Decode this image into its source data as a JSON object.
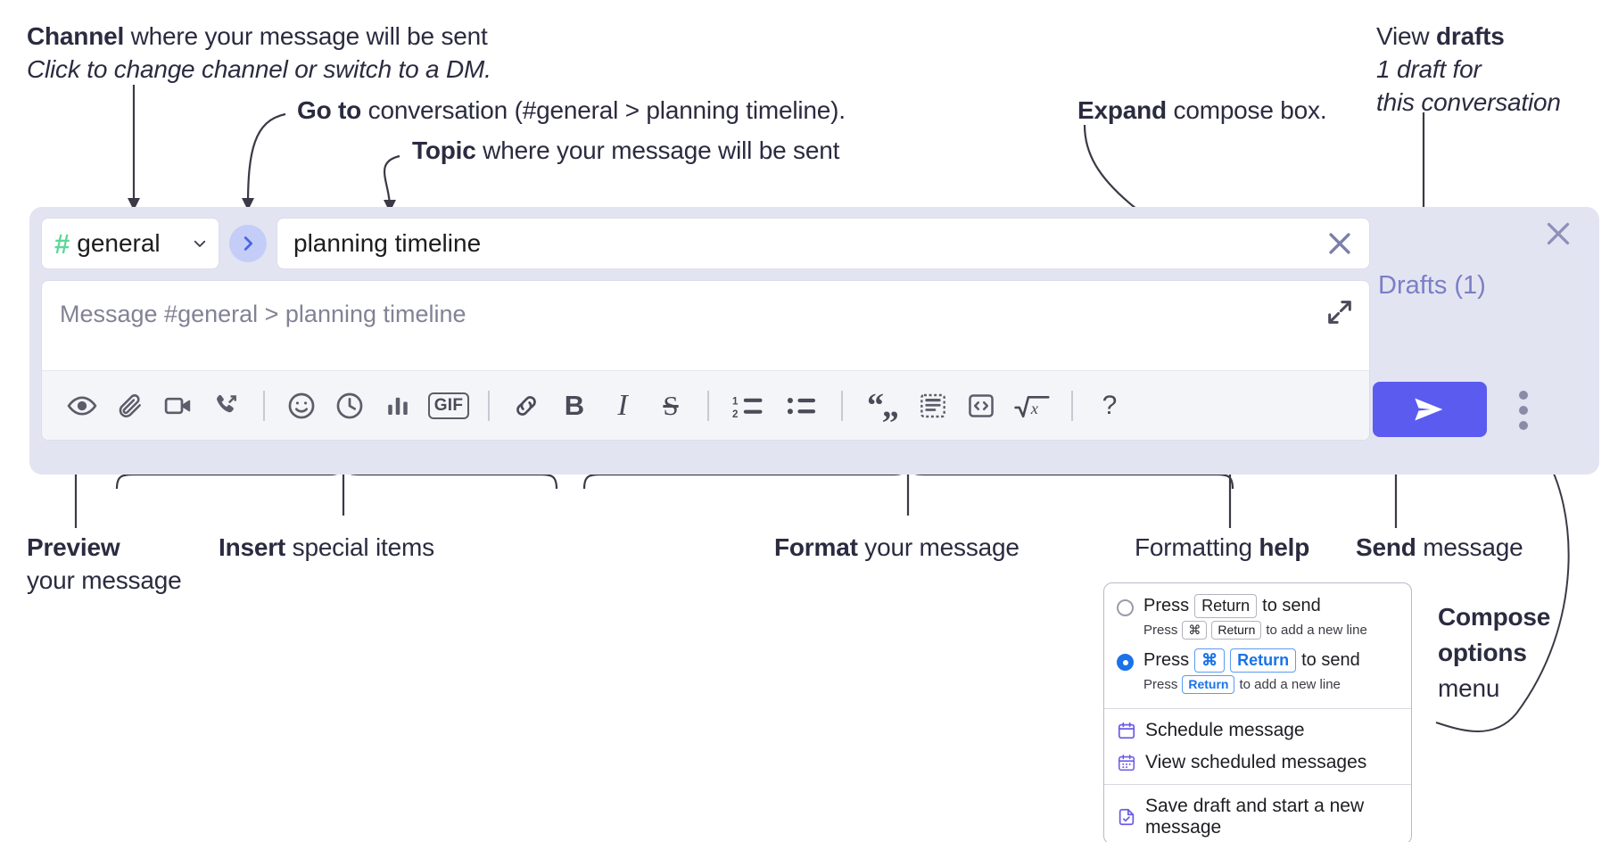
{
  "annotations": {
    "channel": {
      "bold": "Channel",
      "rest": " where your message will be sent",
      "sub": "Click to change channel or switch to a DM."
    },
    "goto": {
      "bold": "Go to",
      "rest": " conversation (#general > planning timeline)."
    },
    "topic": {
      "bold": "Topic",
      "rest": " where your message will be sent"
    },
    "expand": {
      "bold": "Expand",
      "rest": " compose box."
    },
    "drafts": {
      "bold_prefix": "View ",
      "bold": "drafts",
      "sub1": "1 draft for",
      "sub2": "this conversation"
    },
    "preview": {
      "bold": "Preview",
      "sub": "your message"
    },
    "insert": {
      "bold": "Insert",
      "rest": " special items"
    },
    "format": {
      "bold": "Format",
      "rest": " your message"
    },
    "help": {
      "pre": "Formatting ",
      "bold": "help"
    },
    "send": {
      "bold": "Send",
      "rest": " message"
    },
    "compose_options": {
      "bold1": "Compose",
      "bold2": "options",
      "rest": "menu"
    }
  },
  "compose": {
    "channel": {
      "icon": "hash-icon",
      "name": "general",
      "chevron": "chevron-down-icon"
    },
    "goto_button": {
      "icon": "chevron-right-icon"
    },
    "topic": {
      "value": "planning timeline",
      "clear_icon": "close-icon"
    },
    "message": {
      "placeholder": "Message #general > planning timeline",
      "expand_icon": "expand-icon"
    },
    "toolbar": [
      {
        "name": "preview-button",
        "icon": "eye-icon"
      },
      {
        "name": "attach-button",
        "icon": "paperclip-icon"
      },
      {
        "name": "video-button",
        "icon": "video-camera-icon"
      },
      {
        "name": "huddle-button",
        "icon": "phone-forward-icon"
      },
      {
        "name": "separator-1",
        "icon": "divider"
      },
      {
        "name": "emoji-button",
        "icon": "smiley-icon"
      },
      {
        "name": "schedule-button",
        "icon": "clock-icon"
      },
      {
        "name": "poll-button",
        "icon": "bar-chart-icon"
      },
      {
        "name": "gif-button",
        "icon": "gif-icon",
        "label": "GIF"
      },
      {
        "name": "separator-2",
        "icon": "divider"
      },
      {
        "name": "link-button",
        "icon": "link-icon"
      },
      {
        "name": "bold-button",
        "icon": "bold-icon",
        "label": "B"
      },
      {
        "name": "italic-button",
        "icon": "italic-icon",
        "label": "I"
      },
      {
        "name": "strikethrough-button",
        "icon": "strikethrough-icon",
        "label": "S"
      },
      {
        "name": "separator-3",
        "icon": "divider"
      },
      {
        "name": "ordered-list-button",
        "icon": "ordered-list-icon"
      },
      {
        "name": "bulleted-list-button",
        "icon": "bulleted-list-icon"
      },
      {
        "name": "separator-4",
        "icon": "divider"
      },
      {
        "name": "blockquote-button",
        "icon": "quote-icon"
      },
      {
        "name": "code-block-button",
        "icon": "code-block-icon"
      },
      {
        "name": "code-button",
        "icon": "code-icon"
      },
      {
        "name": "math-button",
        "icon": "square-root-icon"
      },
      {
        "name": "separator-5",
        "icon": "divider"
      },
      {
        "name": "help-button",
        "icon": "question-mark-icon",
        "label": "?"
      }
    ],
    "drafts_label": "Drafts (1)",
    "panel_close_icon": "close-icon",
    "send_button": {
      "icon": "send-icon"
    },
    "kebab": {
      "icon": "more-vertical-icon"
    }
  },
  "options_menu": {
    "radio_options": [
      {
        "selected": false,
        "main": {
          "pre": "Press",
          "key": "Return",
          "post": "to send"
        },
        "sub": {
          "pre": "Press",
          "key1": "⌘",
          "key2": "Return",
          "post": "to add a new line"
        }
      },
      {
        "selected": true,
        "main": {
          "pre": "Press",
          "key1": "⌘",
          "key2": "Return",
          "post": "to send"
        },
        "sub": {
          "pre": "Press",
          "key": "Return",
          "post": "to add a new line"
        }
      }
    ],
    "items": [
      {
        "icon": "calendar-icon",
        "label": "Schedule message"
      },
      {
        "icon": "calendar-grid-icon",
        "label": "View scheduled messages"
      },
      {
        "icon": "save-draft-icon",
        "label": "Save draft and start a new message"
      }
    ]
  },
  "colors": {
    "panel_bg": "#e3e4f2",
    "accent_purple": "#5b5bf0",
    "hash_green": "#5ed79a",
    "drafts_purple": "#7b7fc4",
    "radio_blue": "#1a73e8"
  }
}
